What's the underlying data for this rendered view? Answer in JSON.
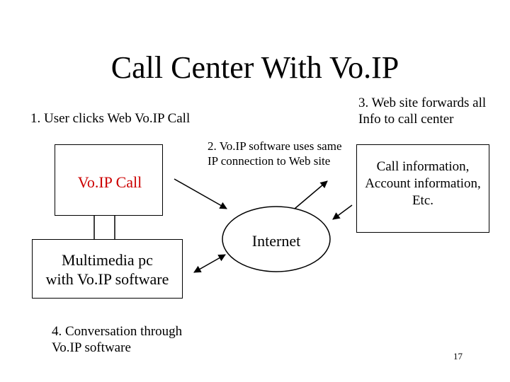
{
  "slide": {
    "title": "Call Center With Vo.IP",
    "page_number": "17"
  },
  "steps": {
    "step1": "1. User clicks Web Vo.IP Call",
    "step2_line1": "2. Vo.IP software uses same",
    "step2_line2": "IP connection to Web site",
    "step3_line1": "3. Web site forwards all",
    "step3_line2": "Info to call center",
    "step4_line1": "4. Conversation through",
    "step4_line2": "Vo.IP software"
  },
  "nodes": {
    "voip_call_box": {
      "label": "Vo.IP Call",
      "label_color": "#cc0000"
    },
    "multimedia_pc": {
      "line1": "Multimedia pc",
      "line2": "with Vo.IP software"
    },
    "internet": {
      "label": "Internet"
    },
    "call_center": {
      "line1": "Call information,",
      "line2": "Account information,",
      "line3": "Etc."
    }
  }
}
